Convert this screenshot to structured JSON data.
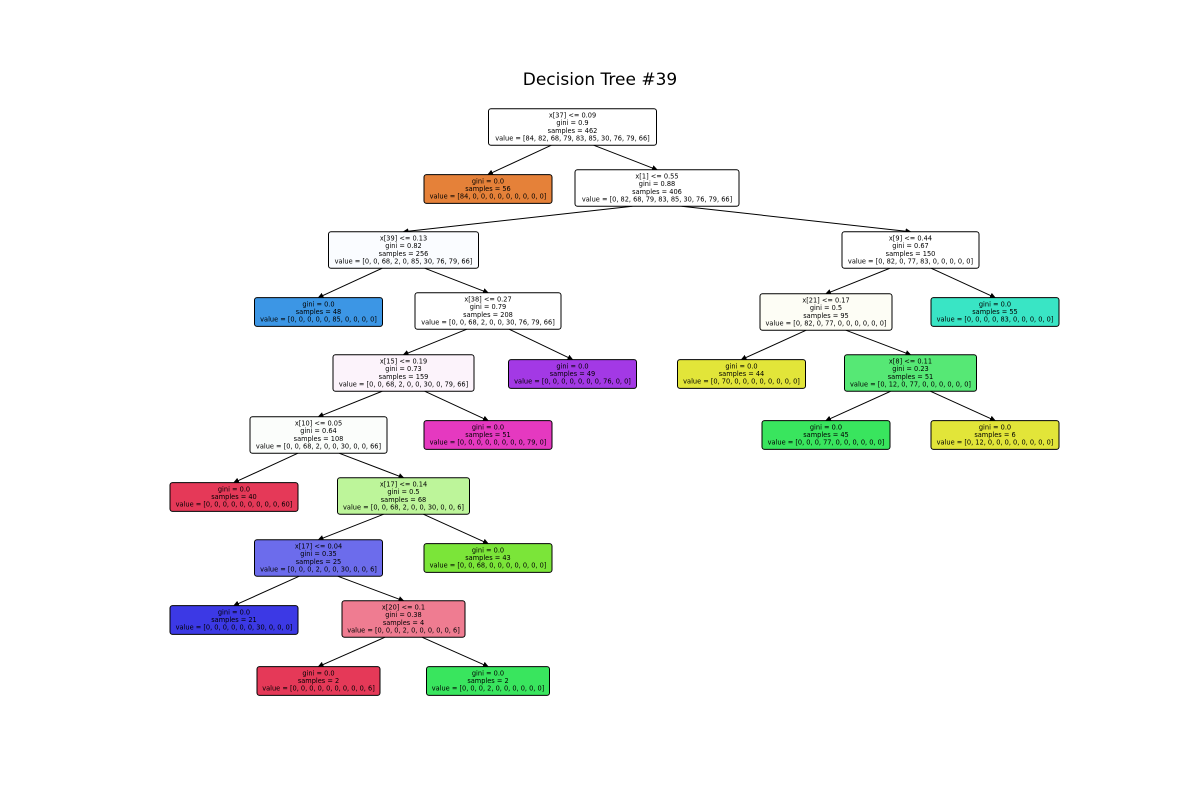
{
  "title": "Decision Tree #39",
  "nodes": [
    {
      "id": "n0",
      "color": "#ffffff",
      "lines": [
        "x[37] <= 0.09",
        "gini = 0.9",
        "samples = 462",
        "value = [84, 82, 68, 79, 83, 85, 30, 76, 79, 66]"
      ]
    },
    {
      "id": "n1",
      "color": "#e58139",
      "lines": [
        "gini = 0.0",
        "samples = 56",
        "value = [84, 0, 0, 0, 0, 0, 0, 0, 0, 0]"
      ]
    },
    {
      "id": "n2",
      "color": "#ffffff",
      "lines": [
        "x[1] <= 0.55",
        "gini = 0.88",
        "samples = 406",
        "value = [0, 82, 68, 79, 83, 85, 30, 76, 79, 66]"
      ]
    },
    {
      "id": "n3",
      "color": "#fafcff",
      "lines": [
        "x[39] <= 0.13",
        "gini = 0.82",
        "samples = 256",
        "value = [0, 0, 68, 2, 0, 85, 30, 76, 79, 66]"
      ]
    },
    {
      "id": "n4",
      "color": "#ffffff",
      "lines": [
        "x[9] <= 0.44",
        "gini = 0.67",
        "samples = 150",
        "value = [0, 82, 0, 77, 83, 0, 0, 0, 0, 0]"
      ]
    },
    {
      "id": "n5",
      "color": "#3c96e5",
      "lines": [
        "gini = 0.0",
        "samples = 48",
        "value = [0, 0, 0, 0, 0, 85, 0, 0, 0, 0]"
      ]
    },
    {
      "id": "n6",
      "color": "#ffffff",
      "lines": [
        "x[38] <= 0.27",
        "gini = 0.79",
        "samples = 208",
        "value = [0, 0, 68, 2, 0, 0, 30, 76, 79, 66]"
      ]
    },
    {
      "id": "n7",
      "color": "#fdfdf5",
      "lines": [
        "x[21] <= 0.17",
        "gini = 0.5",
        "samples = 95",
        "value = [0, 82, 0, 77, 0, 0, 0, 0, 0, 0]"
      ]
    },
    {
      "id": "n8",
      "color": "#39e5c5",
      "lines": [
        "gini = 0.0",
        "samples = 55",
        "value = [0, 0, 0, 0, 83, 0, 0, 0, 0, 0]"
      ]
    },
    {
      "id": "n9",
      "color": "#fcf3fb",
      "lines": [
        "x[15] <= 0.19",
        "gini = 0.73",
        "samples = 159",
        "value = [0, 0, 68, 2, 0, 0, 30, 0, 79, 66]"
      ]
    },
    {
      "id": "n10",
      "color": "#a339e5",
      "lines": [
        "gini = 0.0",
        "samples = 49",
        "value = [0, 0, 0, 0, 0, 0, 0, 76, 0, 0]"
      ]
    },
    {
      "id": "n11",
      "color": "#e2e539",
      "lines": [
        "gini = 0.0",
        "samples = 44",
        "value = [0, 70, 0, 0, 0, 0, 0, 0, 0, 0]"
      ]
    },
    {
      "id": "n12",
      "color": "#56e875",
      "lines": [
        "x[8] <= 0.11",
        "gini = 0.23",
        "samples = 51",
        "value = [0, 12, 0, 77, 0, 0, 0, 0, 0, 0]"
      ]
    },
    {
      "id": "n13",
      "color": "#fbfdfb",
      "lines": [
        "x[10] <= 0.05",
        "gini = 0.64",
        "samples = 108",
        "value = [0, 0, 68, 2, 0, 0, 30, 0, 0, 66]"
      ]
    },
    {
      "id": "n14",
      "color": "#e539c0",
      "lines": [
        "gini = 0.0",
        "samples = 51",
        "value = [0, 0, 0, 0, 0, 0, 0, 0, 79, 0]"
      ]
    },
    {
      "id": "n15",
      "color": "#39e55e",
      "lines": [
        "gini = 0.0",
        "samples = 45",
        "value = [0, 0, 0, 77, 0, 0, 0, 0, 0, 0]"
      ]
    },
    {
      "id": "n16",
      "color": "#e2e539",
      "lines": [
        "gini = 0.0",
        "samples = 6",
        "value = [0, 12, 0, 0, 0, 0, 0, 0, 0, 0]"
      ]
    },
    {
      "id": "n17",
      "color": "#e53958",
      "lines": [
        "gini = 0.0",
        "samples = 40",
        "value = [0, 0, 0, 0, 0, 0, 0, 0, 0, 60]"
      ]
    },
    {
      "id": "n18",
      "color": "#bdf59a",
      "lines": [
        "x[17] <= 0.14",
        "gini = 0.5",
        "samples = 68",
        "value = [0, 0, 68, 2, 0, 0, 30, 0, 0, 6]"
      ]
    },
    {
      "id": "n19",
      "color": "#6c6cec",
      "lines": [
        "x[17] <= 0.04",
        "gini = 0.35",
        "samples = 25",
        "value = [0, 0, 0, 2, 0, 0, 30, 0, 0, 6]"
      ]
    },
    {
      "id": "n20",
      "color": "#7be539",
      "lines": [
        "gini = 0.0",
        "samples = 43",
        "value = [0, 0, 68, 0, 0, 0, 0, 0, 0, 0]"
      ]
    },
    {
      "id": "n21",
      "color": "#3c39e5",
      "lines": [
        "gini = 0.0",
        "samples = 21",
        "value = [0, 0, 0, 0, 0, 0, 30, 0, 0, 0]"
      ]
    },
    {
      "id": "n22",
      "color": "#ef7c91",
      "lines": [
        "x[20] <= 0.1",
        "gini = 0.38",
        "samples = 4",
        "value = [0, 0, 0, 2, 0, 0, 0, 0, 0, 6]"
      ]
    },
    {
      "id": "n23",
      "color": "#e53958",
      "lines": [
        "gini = 0.0",
        "samples = 2",
        "value = [0, 0, 0, 0, 0, 0, 0, 0, 0, 6]"
      ]
    },
    {
      "id": "n24",
      "color": "#39e55e",
      "lines": [
        "gini = 0.0",
        "samples = 2",
        "value = [0, 0, 0, 2, 0, 0, 0, 0, 0, 0]"
      ]
    }
  ],
  "edges": [
    [
      "n0",
      "n1"
    ],
    [
      "n0",
      "n2"
    ],
    [
      "n2",
      "n3"
    ],
    [
      "n2",
      "n4"
    ],
    [
      "n3",
      "n5"
    ],
    [
      "n3",
      "n6"
    ],
    [
      "n4",
      "n7"
    ],
    [
      "n4",
      "n8"
    ],
    [
      "n6",
      "n9"
    ],
    [
      "n6",
      "n10"
    ],
    [
      "n7",
      "n11"
    ],
    [
      "n7",
      "n12"
    ],
    [
      "n9",
      "n13"
    ],
    [
      "n9",
      "n14"
    ],
    [
      "n12",
      "n15"
    ],
    [
      "n12",
      "n16"
    ],
    [
      "n13",
      "n17"
    ],
    [
      "n13",
      "n18"
    ],
    [
      "n18",
      "n19"
    ],
    [
      "n18",
      "n20"
    ],
    [
      "n19",
      "n21"
    ],
    [
      "n19",
      "n22"
    ],
    [
      "n22",
      "n23"
    ],
    [
      "n22",
      "n24"
    ]
  ]
}
